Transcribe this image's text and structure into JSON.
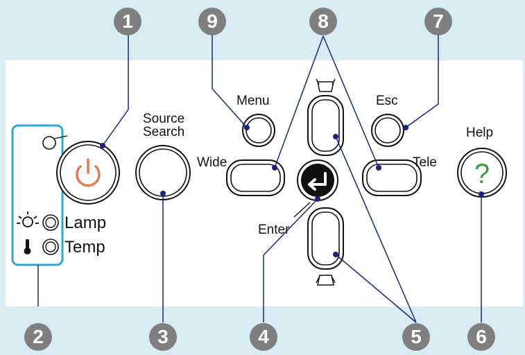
{
  "callouts": [
    "1",
    "2",
    "3",
    "4",
    "5",
    "6",
    "7",
    "8",
    "9"
  ],
  "labels": {
    "source_line1": "Source",
    "source_line2": "Search",
    "menu": "Menu",
    "esc": "Esc",
    "help": "Help",
    "wide": "Wide",
    "tele": "Tele",
    "enter": "Enter",
    "lamp": "Lamp",
    "temp": "Temp",
    "help_symbol": "?"
  },
  "colors": {
    "background": "#d9ecf4",
    "panel": "#ffffff",
    "leader_line": "#1a237e",
    "indicator_frame": "#29a8d6",
    "power_icon": "#e07a52",
    "help_icon": "#3aa13a",
    "callout_badge": "#7f7f7f"
  },
  "icons": [
    "power-icon",
    "enter-arrow-icon",
    "keystone-up-icon",
    "keystone-down-icon",
    "lamp-icon",
    "thermometer-icon",
    "help-question-icon"
  ]
}
